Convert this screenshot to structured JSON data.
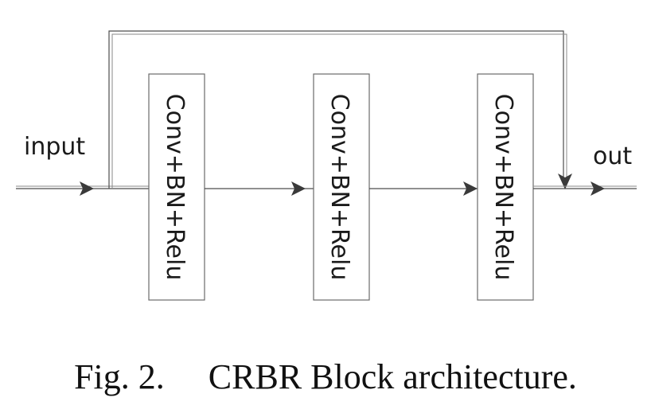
{
  "diagram": {
    "input_label": "input",
    "output_label": "out",
    "blocks": [
      {
        "label": "Conv+BN+Relu"
      },
      {
        "label": "Conv+BN+Relu"
      },
      {
        "label": "Conv+BN+Relu"
      }
    ]
  },
  "caption": {
    "figure_number": "Fig. 2.",
    "text": "CRBR Block architecture."
  }
}
